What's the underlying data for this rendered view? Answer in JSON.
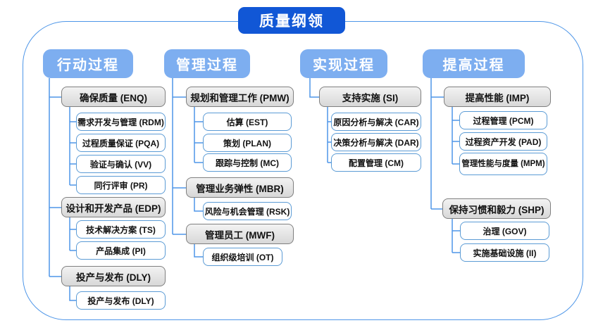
{
  "title": "质量纲领",
  "colors": {
    "title_bg": "#1157D6",
    "header_bg": "#7DAEF0",
    "connector_line": "#4E96E8",
    "gray_node_border": "#7F7F7F",
    "gray_node_fill": "#E6E6E6",
    "white_node_border": "#5B9BD5",
    "text": "#111111"
  },
  "columns": [
    {
      "header": "行动过程",
      "groups": [
        {
          "label": "确保质量 (ENQ)",
          "children": [
            "需求开发与管理 (RDM)",
            "过程质量保证 (PQA)",
            "验证与确认 (VV)",
            "同行评审 (PR)"
          ]
        },
        {
          "label": "设计和开发产品 (EDP)",
          "children": [
            "技术解决方案 (TS)",
            "产品集成 (PI)"
          ]
        },
        {
          "label": "投产与发布 (DLY)",
          "children": [
            "投产与发布 (DLY)"
          ]
        }
      ]
    },
    {
      "header": "管理过程",
      "groups": [
        {
          "label": "规划和管理工作 (PMW)",
          "children": [
            "估算 (EST)",
            "策划 (PLAN)",
            "跟踪与控制 (MC)"
          ]
        },
        {
          "label": "管理业务弹性 (MBR)",
          "children": [
            "风险与机会管理 (RSK)"
          ]
        },
        {
          "label": "管理员工 (MWF)",
          "children": [
            "组织级培训 (OT)"
          ]
        }
      ]
    },
    {
      "header": "实现过程",
      "groups": [
        {
          "label": "支持实施 (SI)",
          "children": [
            "原因分析与解决 (CAR)",
            "决策分析与解决 (DAR)",
            "配置管理 (CM)"
          ]
        }
      ]
    },
    {
      "header": "提高过程",
      "groups": [
        {
          "label": "提高性能 (IMP)",
          "children": [
            "过程管理 (PCM)",
            "过程资产开发 (PAD)",
            "管理性能与度量 (MPM)"
          ]
        },
        {
          "label": "保持习惯和毅力 (SHP)",
          "children": [
            "治理 (GOV)",
            "实施基础设施 (II)"
          ]
        }
      ]
    }
  ]
}
